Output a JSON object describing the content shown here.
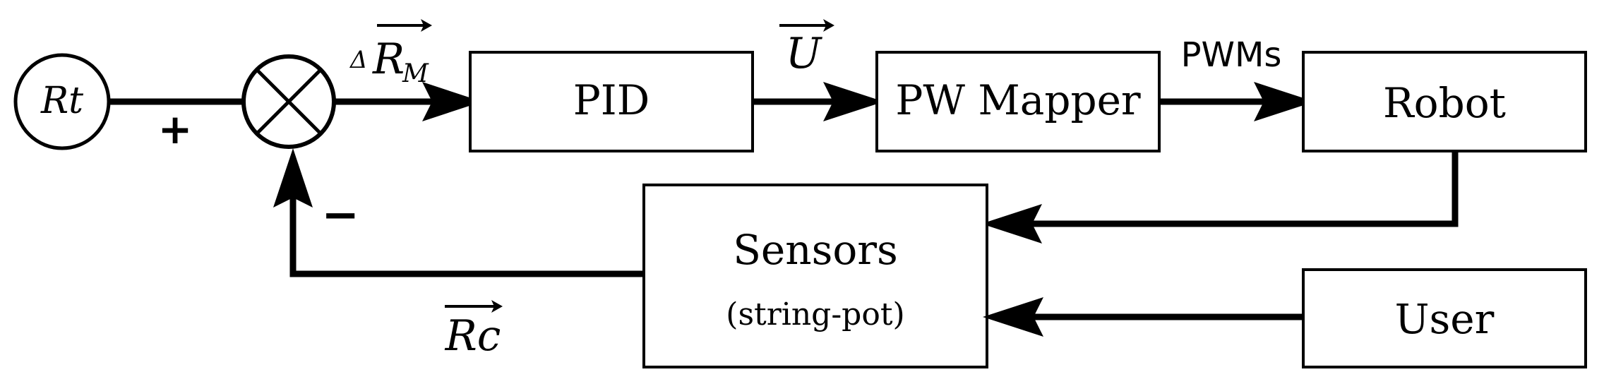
{
  "source": {
    "label": "Rt"
  },
  "summing_junction": {
    "plus_sign": "+",
    "minus_sign": "−"
  },
  "signals": {
    "error_prefix": "Δ",
    "error_main": "R",
    "error_sub": "M",
    "control": "U",
    "pwm": "PWMs",
    "feedback": "Rc"
  },
  "blocks": {
    "pid": "PID",
    "mapper": "PW Mapper",
    "robot": "Robot",
    "sensors_title": "Sensors",
    "sensors_subtitle": "(string-pot)",
    "user": "User"
  }
}
